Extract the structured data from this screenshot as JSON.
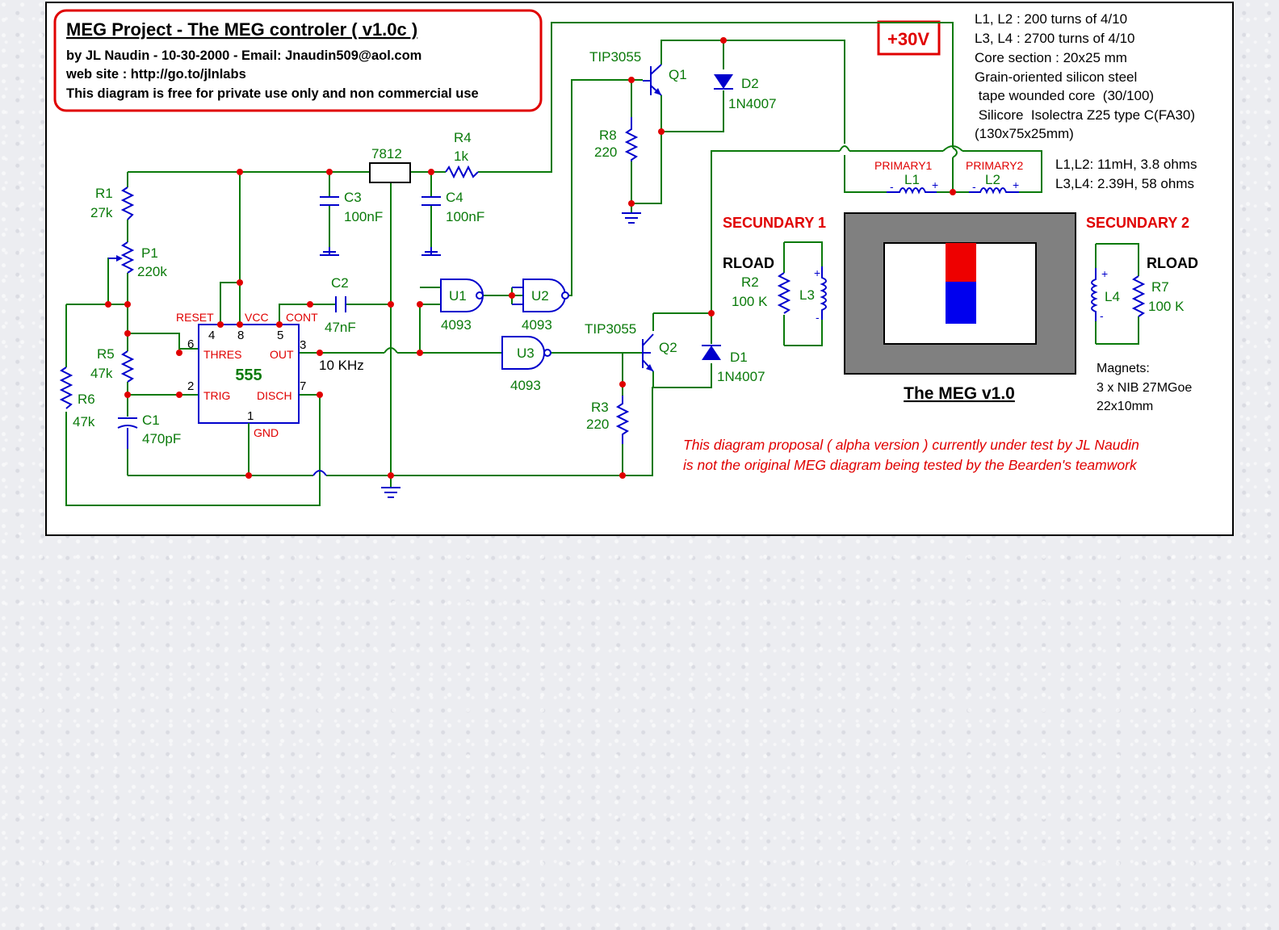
{
  "header": {
    "title": "MEG Project - The MEG controler ( v1.0c )",
    "author_line": "by JL Naudin - 10-30-2000 - Email: Jnaudin509@aol.com",
    "website_line": "web site :   http://go.to/jlnlabs",
    "usage_line": "This diagram is free for private use only and non commercial use"
  },
  "supply": {
    "label": "+30V"
  },
  "specs": [
    "L1, L2 : 200 turns of 4/10",
    "L3, L4 : 2700 turns of 4/10",
    "Core section : 20x25 mm",
    "Grain-oriented silicon steel",
    " tape wounded core  (30/100)",
    " Silicore  Isolectra Z25 type C(FA30)",
    "(130x75x25mm)"
  ],
  "inductance": [
    "L1,L2: 11mH, 3.8 ohms",
    "L3,L4: 2.39H, 58 ohms"
  ],
  "components": {
    "r1": {
      "name": "R1",
      "value": "27k"
    },
    "p1": {
      "name": "P1",
      "value": "220k"
    },
    "r5": {
      "name": "R5",
      "value": "47k"
    },
    "r6": {
      "name": "R6",
      "value": "47k"
    },
    "c1": {
      "name": "C1",
      "value": "470pF"
    },
    "c2": {
      "name": "C2",
      "value": "47nF"
    },
    "c3": {
      "name": "C3",
      "value": "100nF"
    },
    "c4": {
      "name": "C4",
      "value": "100nF"
    },
    "reg": {
      "name": "7812"
    },
    "r4": {
      "name": "R4",
      "value": "1k"
    },
    "r8": {
      "name": "R8",
      "value": "220"
    },
    "r3": {
      "name": "R3",
      "value": "220"
    },
    "q1": {
      "name": "Q1",
      "type": "TIP3055"
    },
    "q2": {
      "name": "Q2",
      "type": "TIP3055"
    },
    "d1": {
      "name": "D1",
      "type": "1N4007"
    },
    "d2": {
      "name": "D2",
      "type": "1N4007"
    },
    "u1": {
      "name": "U1",
      "type": "4093"
    },
    "u2": {
      "name": "U2",
      "type": "4093"
    },
    "u3": {
      "name": "U3",
      "type": "4093"
    },
    "r2": {
      "name": "R2",
      "value": "100 K"
    },
    "r7": {
      "name": "R7",
      "value": "100 K"
    },
    "l1": {
      "name": "L1"
    },
    "l2": {
      "name": "L2"
    },
    "l3": {
      "name": "L3"
    },
    "l4": {
      "name": "L4"
    }
  },
  "ic555": {
    "name": "555",
    "pins": {
      "reset": "RESET",
      "vcc": "VCC",
      "cont": "CONT",
      "thres": "THRES",
      "out": "OUT",
      "trig": "TRIG",
      "disch": "DISCH",
      "gnd": "GND"
    },
    "pin_numbers": {
      "p4": "4",
      "p8": "8",
      "p5": "5",
      "p6": "6",
      "p3": "3",
      "p2": "2",
      "p7": "7",
      "p1": "1"
    },
    "frequency": "10 KHz"
  },
  "coils": {
    "primary1": "PRIMARY1",
    "primary2": "PRIMARY2",
    "secondary1": "SECUNDARY 1",
    "secondary2": "SECUNDARY 2",
    "rload": "RLOAD",
    "minus": "-",
    "plus": "+"
  },
  "meg": {
    "caption": "The MEG v1.0",
    "magnet_colors": {
      "north": "#ee0000",
      "south": "#0000ee",
      "core": "#808080"
    }
  },
  "magnets": [
    "Magnets:",
    "3 x NIB 27MGoe",
    "22x10mm"
  ],
  "disclaimer": [
    "This diagram proposal ( alpha version ) currently under test by JL Naudin",
    "is not the original MEG diagram being tested by the Bearden's teamwork"
  ]
}
